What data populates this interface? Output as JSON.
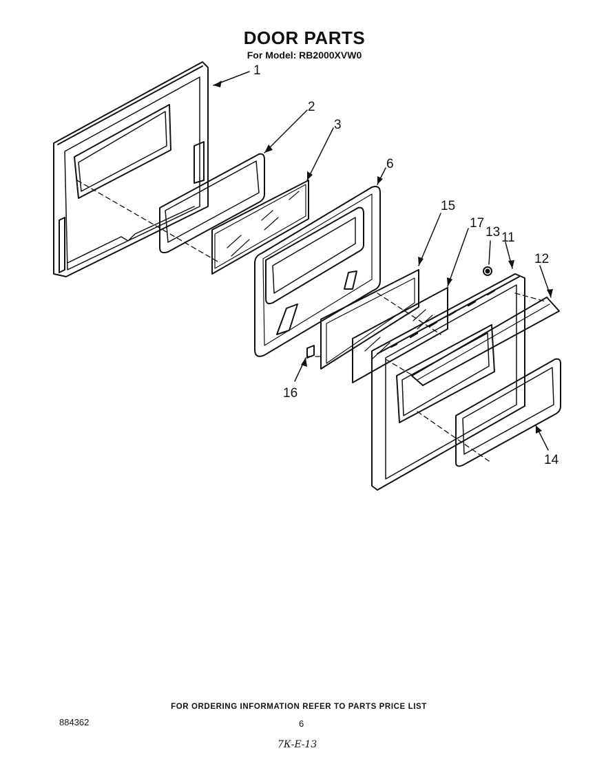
{
  "header": {
    "title": "DOOR PARTS",
    "model_line": "For Model: RB2000XVW0"
  },
  "diagram": {
    "part_callouts": [
      "1",
      "2",
      "3",
      "6",
      "15",
      "17",
      "13",
      "11",
      "12",
      "14",
      "16"
    ]
  },
  "footer": {
    "ordering_note": "FOR ORDERING INFORMATION REFER TO PARTS PRICE LIST",
    "document_number": "884362",
    "page_number": "6",
    "handwritten_note": "7К-Е-13"
  }
}
